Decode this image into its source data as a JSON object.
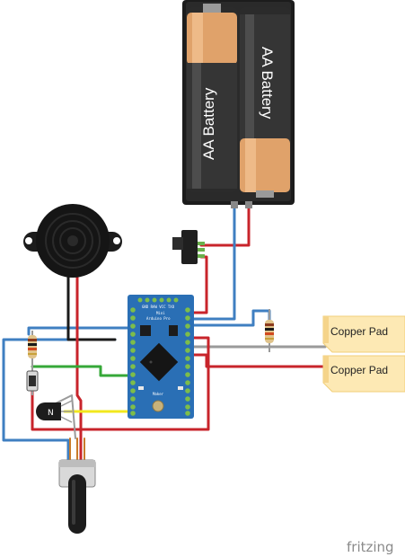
{
  "battery_pack": {
    "cells": [
      {
        "label": "AA Battery"
      },
      {
        "label": "AA Battery"
      }
    ]
  },
  "copper_pads": [
    {
      "label": "Copper Pad"
    },
    {
      "label": "Copper Pad"
    }
  ],
  "board": {
    "top_silk": "GND RAW VCC TXO",
    "name_line1": "Mini",
    "name_line2": "Arduino Pro",
    "bottom_silk": "Maker"
  },
  "brand": {
    "label": "fritzing"
  },
  "colors": {
    "wire_red": "#c8242b",
    "wire_blue": "#3f7fc1",
    "wire_black": "#1a1a1a",
    "wire_green": "#36a838",
    "wire_yellow": "#f2e81e",
    "wire_gray": "#9a9a9a",
    "board_blue": "#2a6fb5",
    "pad_fill": "#fde9b4"
  }
}
